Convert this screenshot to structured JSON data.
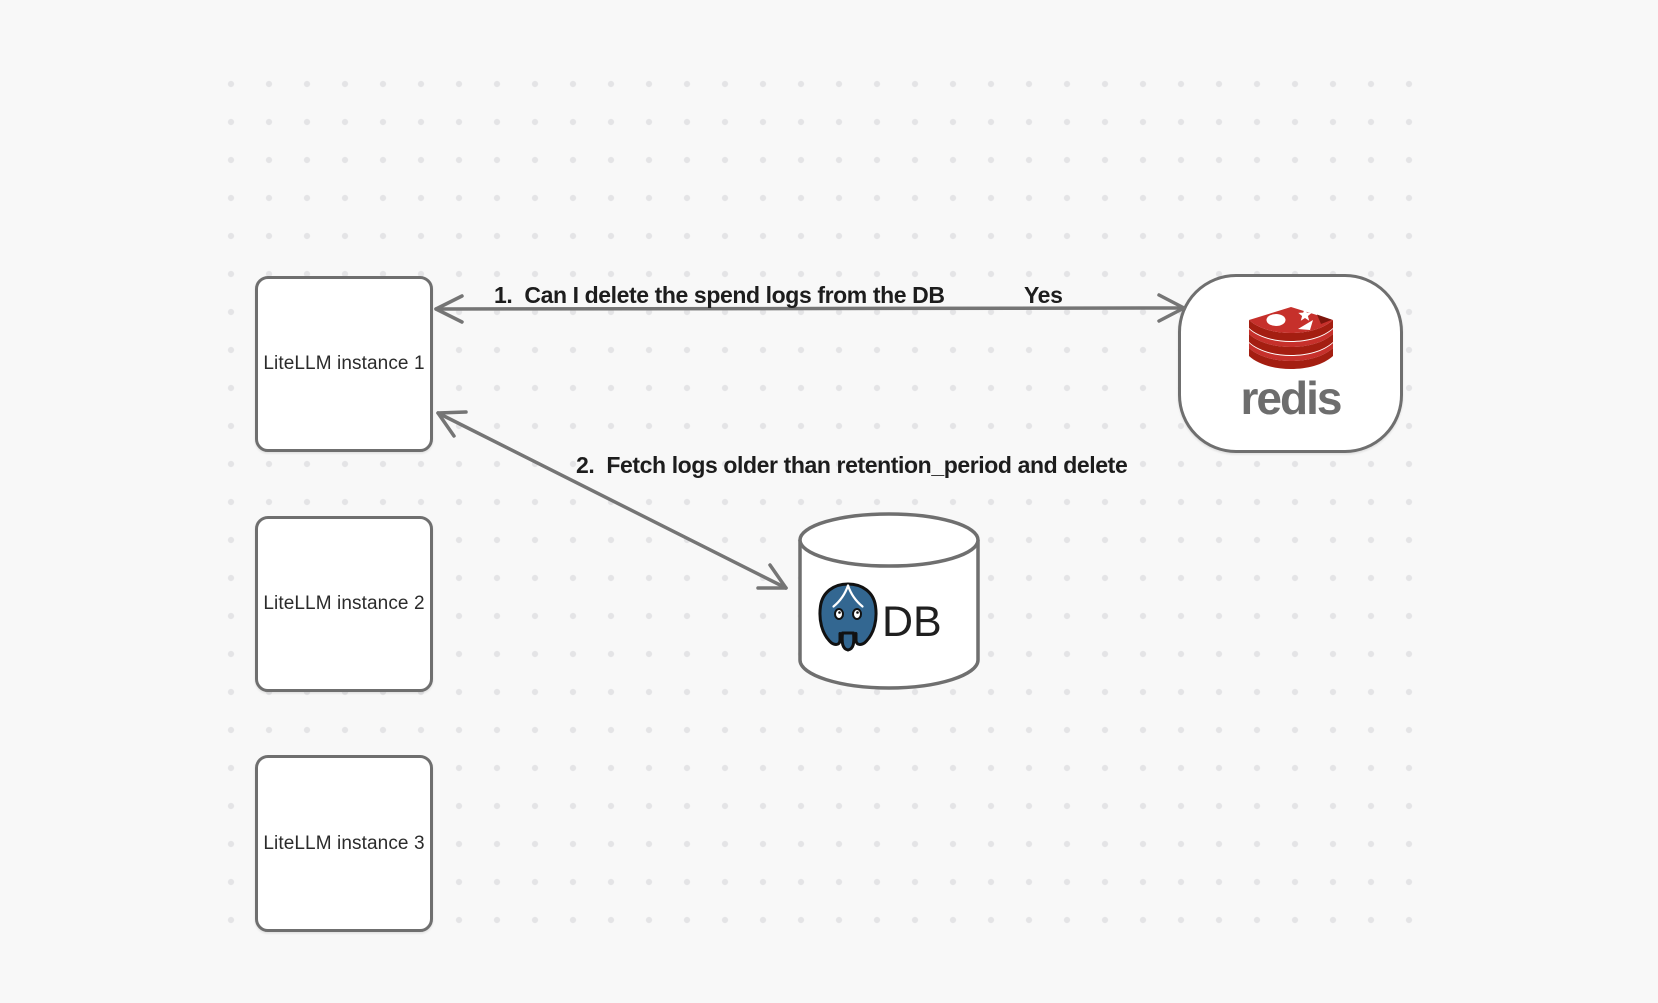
{
  "canvas": {
    "type": "diagram"
  },
  "nodes": {
    "litellm_instances": [
      {
        "label": "LiteLLM instance 1"
      },
      {
        "label": "LiteLLM instance 2"
      },
      {
        "label": "LiteLLM instance 3"
      }
    ],
    "redis": {
      "wordmark": "redis",
      "icon": "redis-logo-icon"
    },
    "database": {
      "label": "DB",
      "icon": "postgresql-logo-icon"
    }
  },
  "arrows": {
    "flow1": {
      "label": "1.  Can I delete the spend logs from the DB",
      "response_label": "Yes"
    },
    "flow2": {
      "label": "2.  Fetch logs older than retention_period and delete"
    }
  },
  "colors": {
    "background": "#f8f8f8",
    "dot": "#e4e4e6",
    "node_fill": "#ffffff",
    "stroke": "#6f6f6f",
    "arrow": "#757575",
    "text": "#1d1d1d",
    "redis_red": "#c6302b",
    "redis_dark_red": "#a41e11",
    "redis_notch": "#7e150c",
    "redis_wordmark": "#6d6d6d",
    "postgres_blue": "#336791"
  }
}
